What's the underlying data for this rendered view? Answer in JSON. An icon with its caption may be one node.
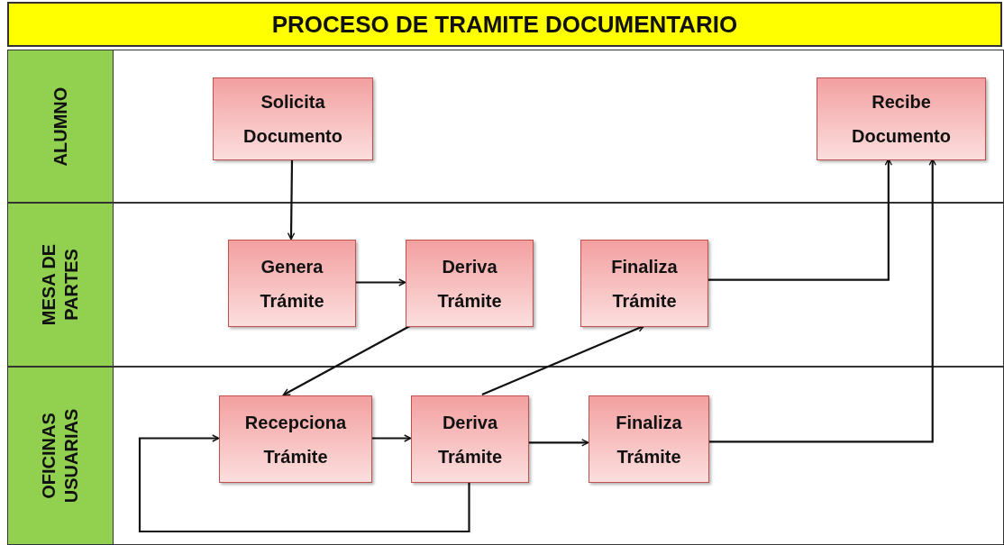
{
  "diagram": {
    "title": "PROCESO DE TRAMITE DOCUMENTARIO",
    "nodes": [
      {
        "text": [
          "ALUMNO"
        ]
      },
      {
        "text": [
          "Solicita Documento"
        ],
        "in": 0
      },
      {
        "text": [
          "Recibe Documento"
        ],
        "in": 0
      },
      {
        "text": [
          "MESA DE PARTES"
        ]
      },
      {
        "text": [
          "Genera Trámite"
        ],
        "in": 3
      },
      {
        "text": [
          "Deriva Trámite"
        ],
        "in": 3
      },
      {
        "text": [
          "Finaliza Trámite"
        ],
        "in": 3
      },
      {
        "text": [
          "OFICINAS USUARIAS"
        ]
      },
      {
        "text": [
          "Recepciona Trámite"
        ],
        "in": 7
      },
      {
        "text": [
          "Deriva Trámite"
        ],
        "in": 7
      },
      {
        "text": [
          "Finaliza Trámite"
        ],
        "in": 7
      }
    ],
    "edges": [
      {
        "from": 1,
        "to": 4,
        "arrow": "to"
      },
      {
        "from": 4,
        "to": 5,
        "arrow": "to"
      },
      {
        "from": 5,
        "to": 8,
        "arrow": "to"
      },
      {
        "from": 8,
        "to": 9,
        "arrow": "to"
      },
      {
        "from": 9,
        "to": 10,
        "arrow": "to"
      },
      {
        "from": 9,
        "to": 6,
        "arrow": "to"
      },
      {
        "from": 6,
        "to": 2,
        "arrow": "to"
      },
      {
        "from": 10,
        "to": 2,
        "arrow": "to"
      },
      {
        "from": 9,
        "to": 8,
        "arrow": "to"
      }
    ]
  }
}
